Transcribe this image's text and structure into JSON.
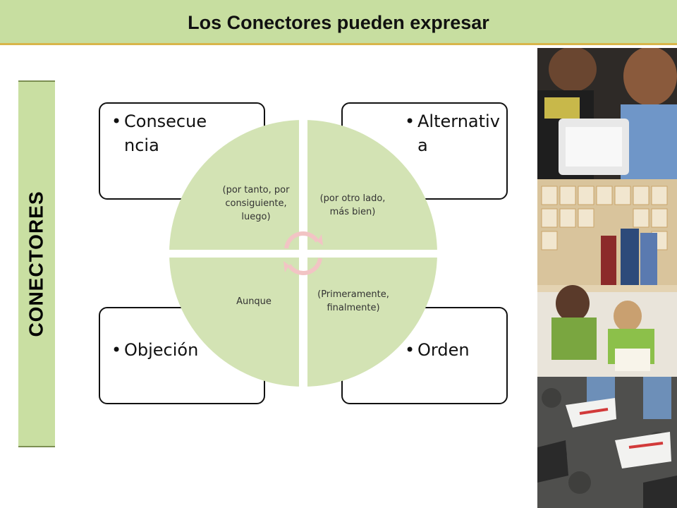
{
  "title": "Los Conectores pueden expresar",
  "side_label": "CONECTORES",
  "boxes": {
    "top_left": "Consecuencia",
    "top_right": "Alternativa",
    "bottom_left": "Objeción",
    "bottom_right": "Orden"
  },
  "quadrants": {
    "top_left": "(por tanto, por consiguiente, luego)",
    "top_right": "(por otro lado, más bien)",
    "bottom_left": "Aunque",
    "bottom_right": "(Primeramente, finalmente)"
  },
  "colors": {
    "title_bar": "#c7dea0",
    "title_underline": "#d8b54a",
    "side_label": "#c9dfa2",
    "quadrant_fill": "#d3e3b4"
  },
  "icons": {
    "cycle": "cycle-arrows-icon"
  }
}
